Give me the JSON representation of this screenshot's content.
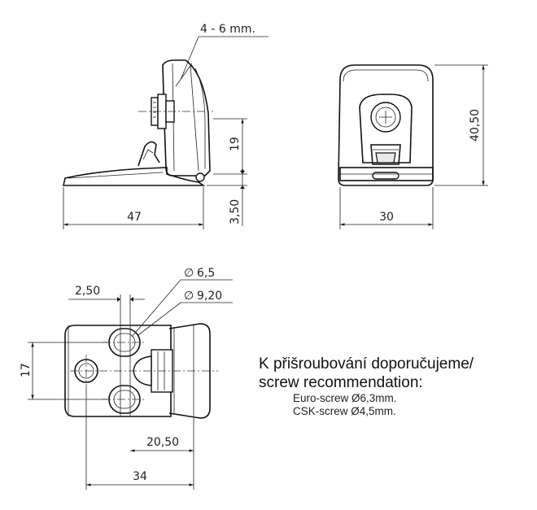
{
  "dimensions": {
    "side_thickness": "4 - 6 mm.",
    "side_height": "19",
    "side_base": "3,50",
    "side_length": "47",
    "front_height": "40,50",
    "front_width": "30",
    "hole_small": "6,5",
    "hole_large": "9,20",
    "hole_offset": "2,50",
    "hole_pitch": "17",
    "hole_distance": "20,50",
    "plan_length": "34"
  },
  "symbols": {
    "diameter": "∅"
  },
  "note": {
    "line1": "K přišroubování doporučujeme/",
    "line2": "screw recommendation:",
    "line3": "Euro-screw Ø6,3mm.",
    "line4": "CSK-screw Ø4,5mm."
  }
}
